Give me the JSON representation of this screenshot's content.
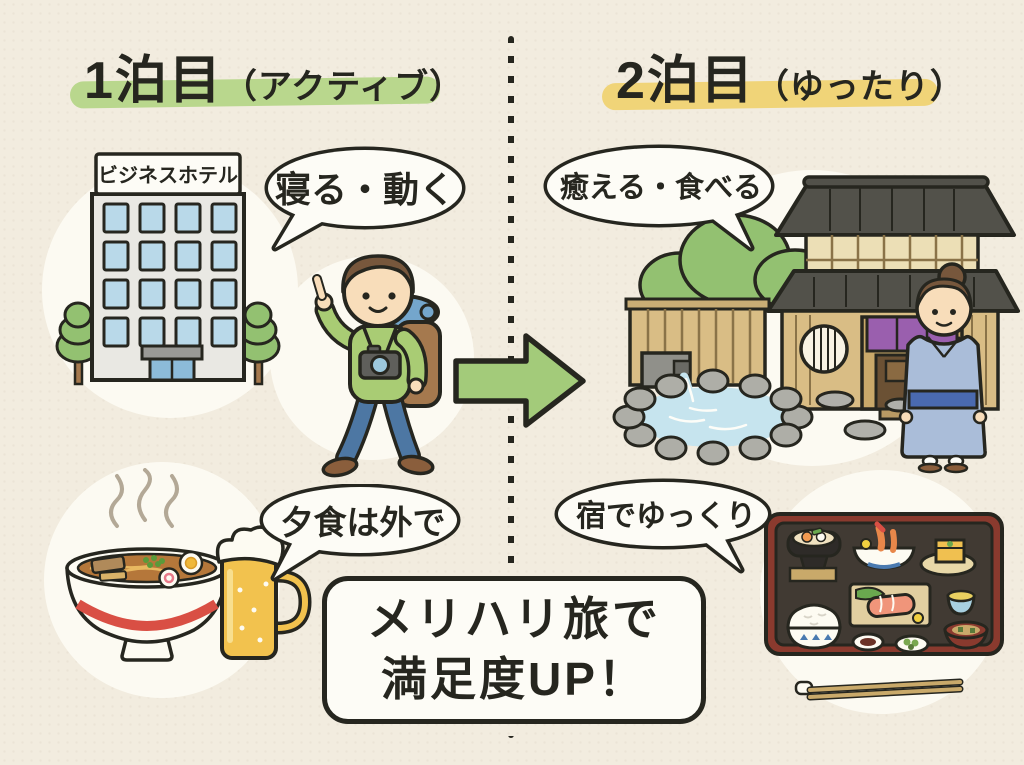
{
  "palette": {
    "background": "#f2ecdf",
    "ink": "#26261f",
    "left_highlight_green": "#b9d78d",
    "right_highlight_yellow": "#f0d478",
    "arrow_green": "#a3cb7a",
    "bubble_fill": "#fdfcf6",
    "circle_fill": "#fcfaf2"
  },
  "left": {
    "title_main": "1泊目",
    "title_sub": "（アクティブ）",
    "hotel_sign": "ビジネスホテル",
    "bubble_top": "寝る・動く",
    "bubble_bottom": "夕食は外で"
  },
  "right": {
    "title_main": "2泊目",
    "title_sub": "（ゆったり）",
    "bubble_top": "癒える・食べる",
    "bubble_bottom": "宿でゆっくり"
  },
  "footer": {
    "line1": "メリハリ旅で",
    "line2": "満足度UP！"
  },
  "icons": {
    "arrow": "right-arrow-icon",
    "left_illustrations": [
      "business-hotel-icon",
      "tree-icon",
      "traveler-backpacker-icon",
      "ramen-bowl-icon",
      "beer-mug-icon",
      "steam-icon"
    ],
    "right_illustrations": [
      "ryokan-building-icon",
      "noren-curtain-icon",
      "onsen-pool-icon",
      "kimono-woman-icon",
      "meal-tray-icon",
      "chopsticks-icon"
    ]
  }
}
